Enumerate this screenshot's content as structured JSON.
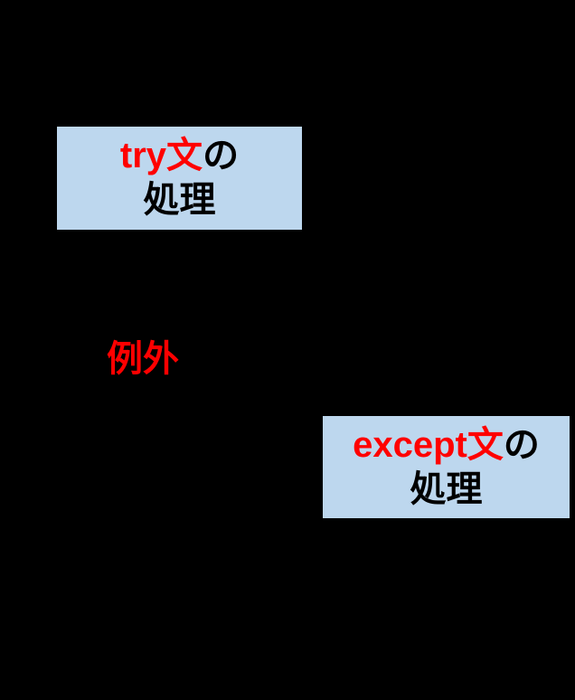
{
  "diagram": {
    "title_semantic": "try-except exception flow diagram",
    "colors": {
      "background": "#000000",
      "box_fill": "#BDD7EE",
      "accent_red": "#FF0000",
      "text_black": "#000000"
    },
    "try_box": {
      "keyword": "try文",
      "suffix": "の",
      "line2": "処理"
    },
    "except_box": {
      "keyword": "except文",
      "suffix": "の",
      "line2": "処理"
    },
    "exception_label": "例外"
  }
}
